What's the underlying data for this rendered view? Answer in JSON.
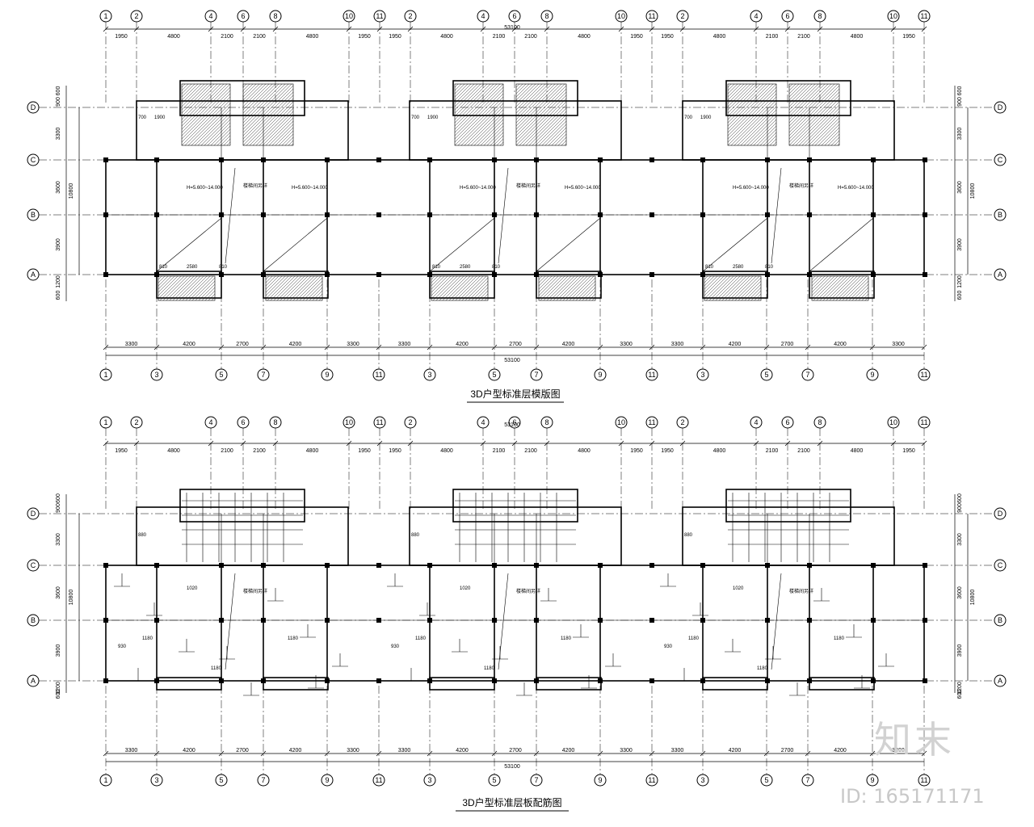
{
  "drawings": [
    {
      "id": "formwork",
      "title": "3D户型标准层模版图",
      "top_axes": [
        "1",
        "2",
        "4",
        "6",
        "8",
        "10",
        "11",
        "2",
        "4",
        "6",
        "8",
        "10",
        "11",
        "2",
        "4",
        "6",
        "8",
        "10",
        "11"
      ],
      "top_dims": [
        "1950",
        "4800",
        "2100",
        "2100",
        "4800",
        "1950",
        "1950",
        "4800",
        "2100",
        "2100",
        "4800",
        "1950",
        "1950",
        "4800",
        "2100",
        "2100",
        "4800",
        "1950"
      ],
      "top_total": "53100",
      "bottom_axes": [
        "1",
        "3",
        "5",
        "7",
        "9",
        "11",
        "3",
        "5",
        "7",
        "9",
        "11",
        "3",
        "5",
        "7",
        "9",
        "11"
      ],
      "bottom_dims": [
        "3300",
        "4200",
        "2700",
        "4200",
        "3300",
        "3300",
        "4200",
        "2700",
        "4200",
        "3300",
        "3300",
        "4200",
        "2700",
        "4200",
        "3300"
      ],
      "bottom_total": "53100",
      "stair_label": "楼梯间另详",
      "notes": [
        "H=5.600~14.000",
        "810",
        "2580",
        "810",
        "1900",
        "700"
      ]
    },
    {
      "id": "reinforcement",
      "title": "3D户型标准层板配筋图",
      "top_axes": [
        "1",
        "2",
        "4",
        "6",
        "8",
        "10",
        "11",
        "2",
        "4",
        "6",
        "8",
        "10",
        "11",
        "2",
        "4",
        "6",
        "8",
        "10",
        "11"
      ],
      "top_dims": [
        "1950",
        "4800",
        "2100",
        "2100",
        "4800",
        "1950",
        "1950",
        "4800",
        "2100",
        "2100",
        "4800",
        "1950",
        "1950",
        "4800",
        "2100",
        "2100",
        "4800",
        "1950"
      ],
      "top_total": "53100",
      "bottom_axes": [
        "1",
        "3",
        "5",
        "7",
        "9",
        "11",
        "3",
        "5",
        "7",
        "9",
        "11",
        "3",
        "5",
        "7",
        "9",
        "11"
      ],
      "bottom_dims": [
        "3300",
        "4200",
        "2700",
        "4200",
        "3300",
        "3300",
        "4200",
        "2700",
        "4200",
        "3300",
        "3300",
        "4200",
        "2700",
        "4200",
        "3300"
      ],
      "bottom_total": "53100",
      "stair_label": "楼梯间另详",
      "notes": [
        "1180",
        "1020",
        "880",
        "930",
        "1180",
        "1180"
      ]
    }
  ],
  "row_axes": [
    "D",
    "C",
    "B",
    "A"
  ],
  "left_dims": [
    "600",
    "900",
    "3300",
    "3600",
    "3900",
    "1200",
    "600"
  ],
  "left_total": "10800",
  "watermark": {
    "brand": "知末",
    "id_text": "ID: 165171171"
  }
}
